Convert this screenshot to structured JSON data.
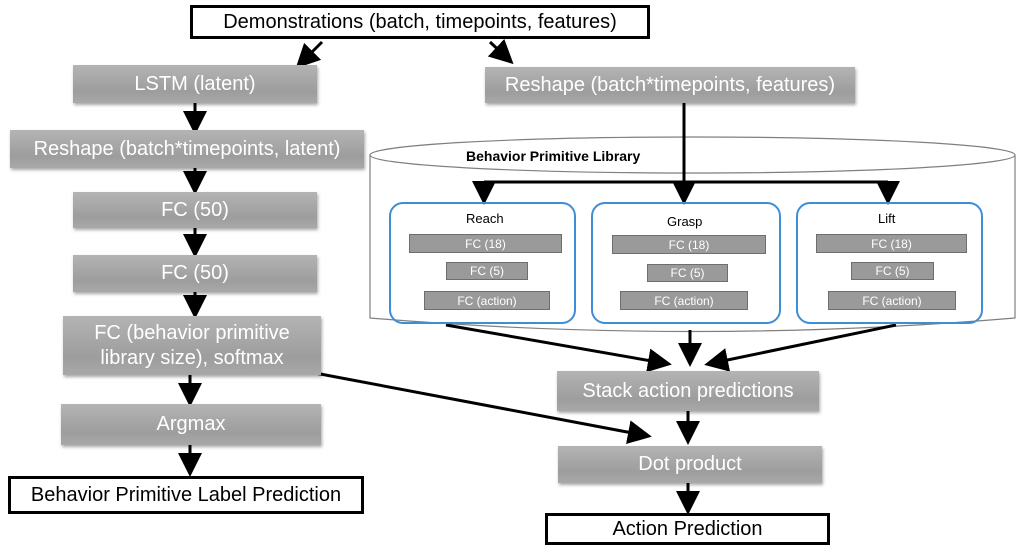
{
  "top": {
    "input": "Demonstrations (batch, timepoints, features)"
  },
  "left": {
    "lstm": "LSTM (latent)",
    "reshape": "Reshape (batch*timepoints, latent)",
    "fc1": "FC (50)",
    "fc2": "FC (50)",
    "fc_softmax_line1": "FC (behavior primitive",
    "fc_softmax_line2": "library size), softmax",
    "argmax": "Argmax",
    "output": "Behavior Primitive Label Prediction"
  },
  "right": {
    "reshape": "Reshape (batch*timepoints, features)",
    "library_title": "Behavior Primitive Library",
    "primitives": [
      {
        "name": "Reach",
        "fc_a": "FC (18)",
        "fc_b": "FC (5)",
        "fc_c": "FC (action)"
      },
      {
        "name": "Grasp",
        "fc_a": "FC (18)",
        "fc_b": "FC (5)",
        "fc_c": "FC (action)"
      },
      {
        "name": "Lift",
        "fc_a": "FC (18)",
        "fc_b": "FC (5)",
        "fc_c": "FC (action)"
      }
    ],
    "stack": "Stack action predictions",
    "dot": "Dot product",
    "output": "Action Prediction"
  },
  "colors": {
    "node_grey": "#a6a6a6",
    "panel_blue": "#3e8ed6",
    "arrow": "#000000"
  }
}
